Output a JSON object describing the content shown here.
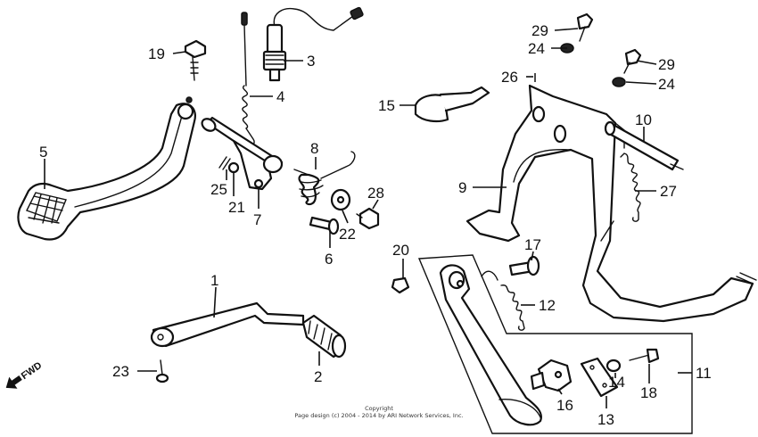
{
  "callouts": [
    "1",
    "2",
    "3",
    "4",
    "5",
    "6",
    "7",
    "8",
    "9",
    "10",
    "11",
    "12",
    "13",
    "14",
    "15",
    "16",
    "17",
    "18",
    "19",
    "20",
    "21",
    "22",
    "23",
    "24",
    "24",
    "25",
    "26",
    "27",
    "28",
    "29",
    "29"
  ],
  "direction_label": "FWD",
  "copyright": {
    "line1": "Copyright",
    "line2": "Page design (c) 2004 - 2014 by ARI Network Services, Inc."
  },
  "colors": {
    "ink": "#111111",
    "background": "#ffffff"
  }
}
